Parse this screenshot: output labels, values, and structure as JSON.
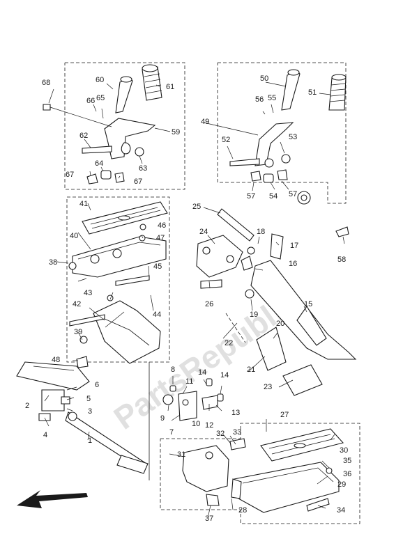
{
  "watermark": "PartsRepublik",
  "callouts": [
    "1",
    "2",
    "3",
    "4",
    "5",
    "6",
    "7",
    "8",
    "9",
    "10",
    "11",
    "12",
    "13",
    "14",
    "14",
    "15",
    "16",
    "17",
    "18",
    "19",
    "20",
    "21",
    "22",
    "23",
    "24",
    "25",
    "26",
    "27",
    "28",
    "29",
    "30",
    "31",
    "32",
    "33",
    "34",
    "35",
    "36",
    "37",
    "38",
    "39",
    "40",
    "41",
    "42",
    "43",
    "44",
    "45",
    "46",
    "47",
    "48",
    "49",
    "50",
    "51",
    "52",
    "53",
    "54",
    "55",
    "56",
    "57",
    "57",
    "58",
    "59",
    "60",
    "61",
    "62",
    "63",
    "64",
    "65",
    "66",
    "67",
    "67",
    "68"
  ]
}
